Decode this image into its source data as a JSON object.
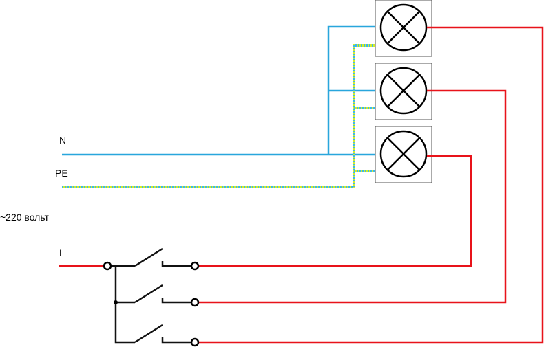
{
  "labels": {
    "neutral": "N",
    "protective_earth": "PE",
    "voltage": "~220 вольт",
    "line": "L"
  },
  "colors": {
    "neutral_wire": "#29a6dc",
    "line_wire": "#e8131a",
    "earth_wire_stripe_a": "#d4ec2a",
    "earth_wire_stripe_b": "#3bb8e8",
    "switch_wire": "#111111"
  },
  "components": {
    "lamps": [
      "lamp",
      "lamp",
      "lamp"
    ],
    "switches": [
      "single-pole switch",
      "single-pole switch",
      "single-pole switch"
    ]
  }
}
